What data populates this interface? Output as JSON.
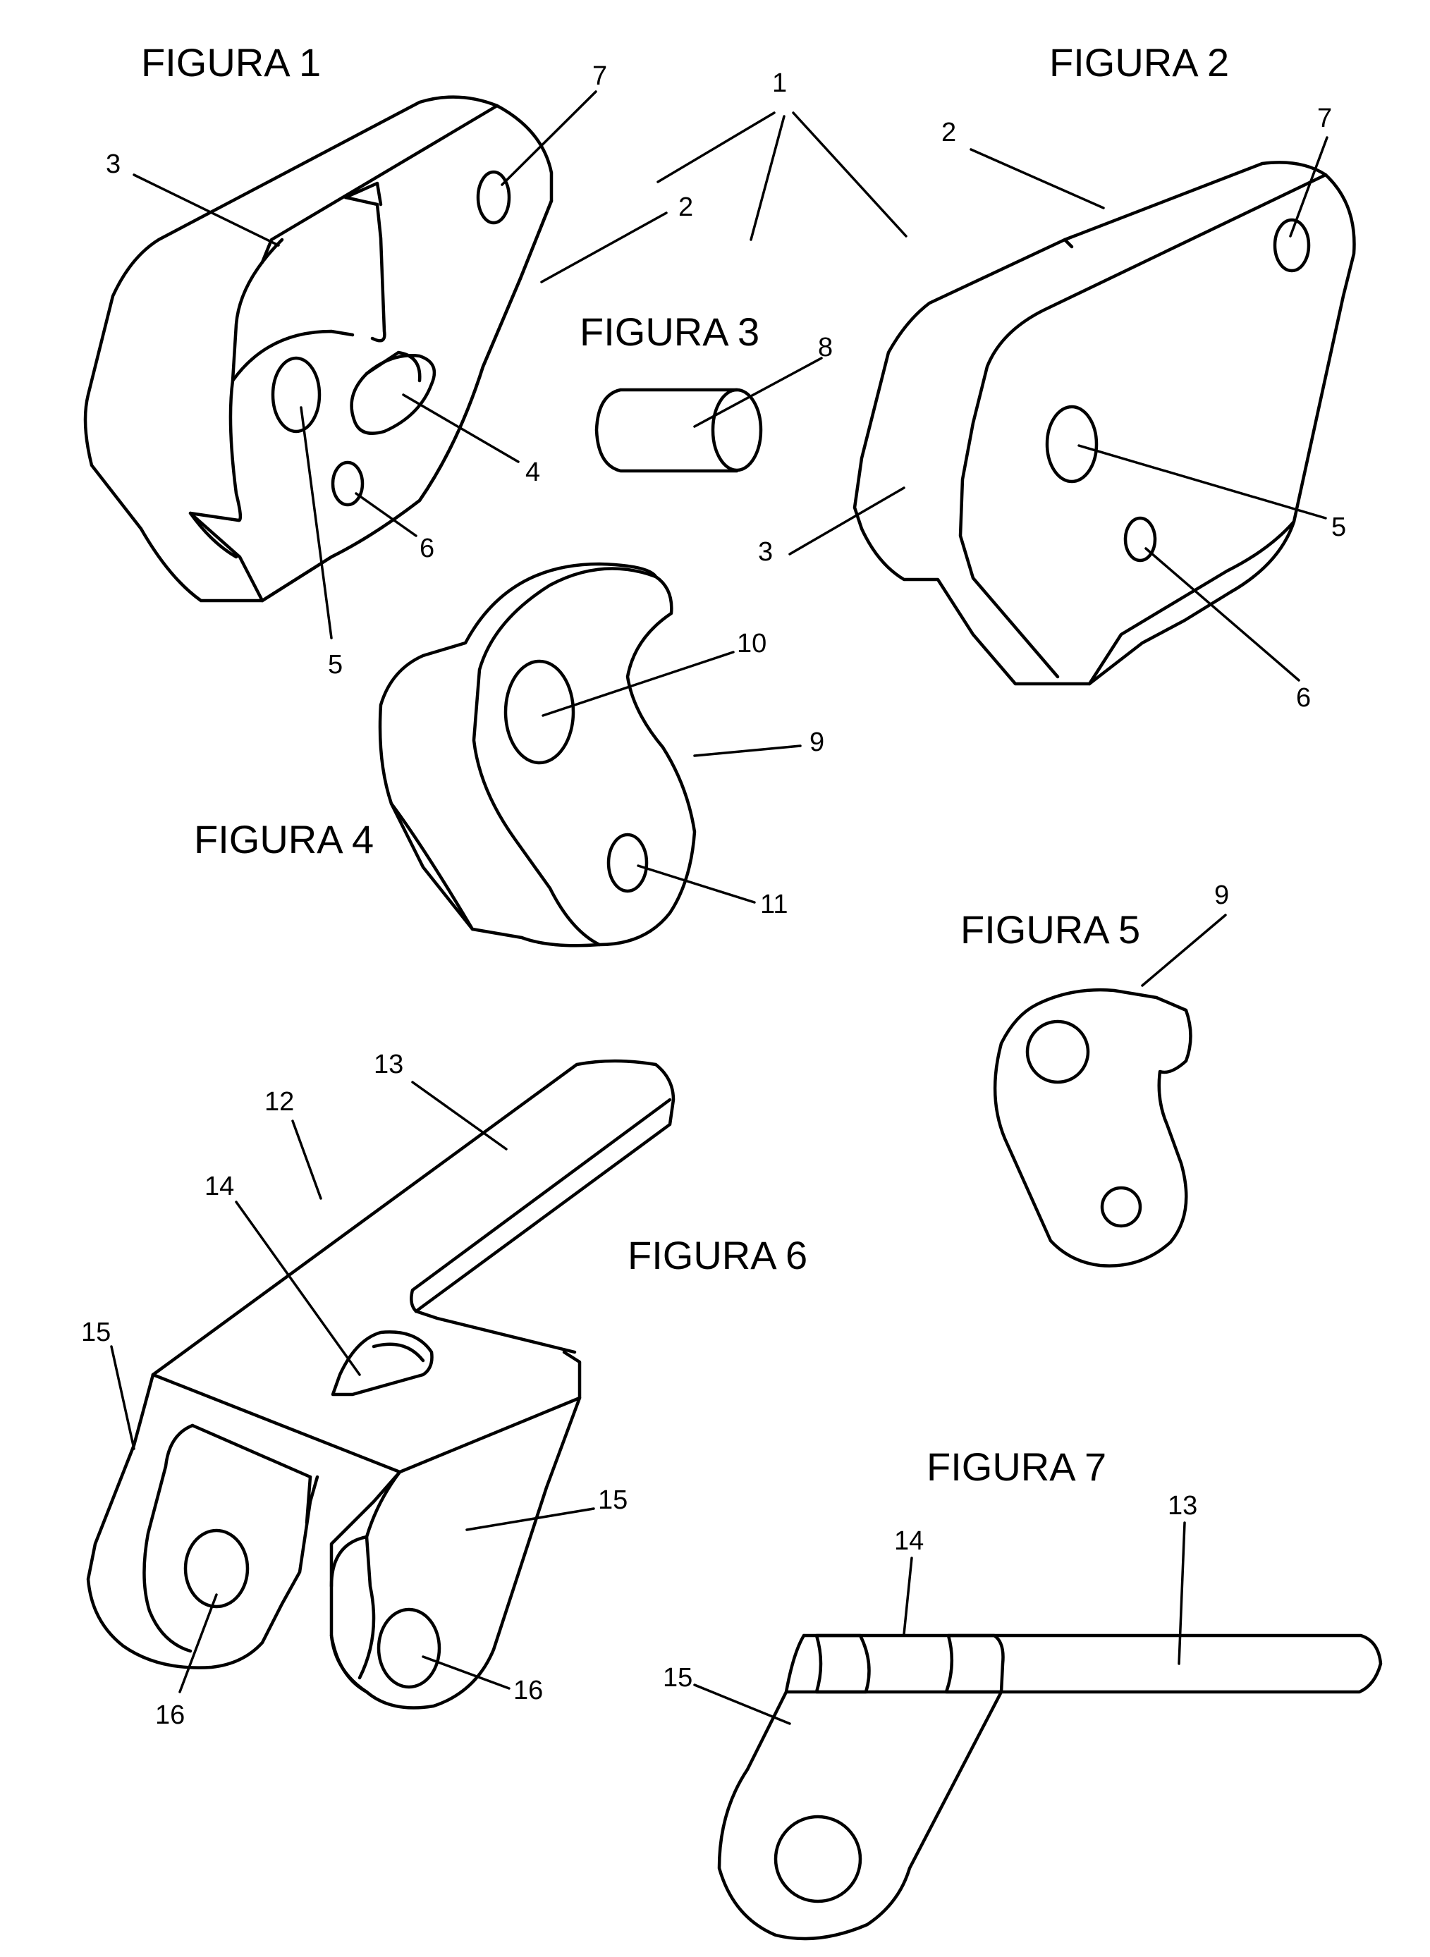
{
  "figures": {
    "f1": "FIGURA 1",
    "f2": "FIGURA 2",
    "f3": "FIGURA 3",
    "f4": "FIGURA 4",
    "f5": "FIGURA 5",
    "f6": "FIGURA 6",
    "f7": "FIGURA 7"
  },
  "refs": {
    "r1": "1",
    "r2": "2",
    "r3": "3",
    "r4": "4",
    "r5": "5",
    "r6": "6",
    "r7": "7",
    "r8": "8",
    "r9": "9",
    "r10": "10",
    "r11": "11",
    "r12": "12",
    "r13": "13",
    "r14": "14",
    "r15": "15",
    "r16": "16"
  }
}
